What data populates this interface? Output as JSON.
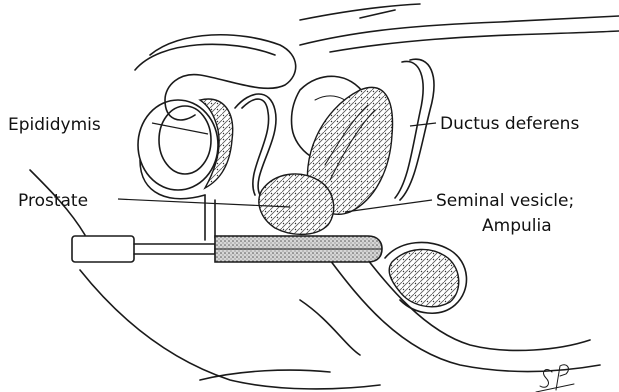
{
  "labels": {
    "epididymis": "Epididymis",
    "ductus_deferens": "Ductus deferens",
    "prostate": "Prostate",
    "seminal_vesicle_line1": "Seminal vesicle;",
    "seminal_vesicle_line2": "Ampulia"
  },
  "signature": "SP"
}
